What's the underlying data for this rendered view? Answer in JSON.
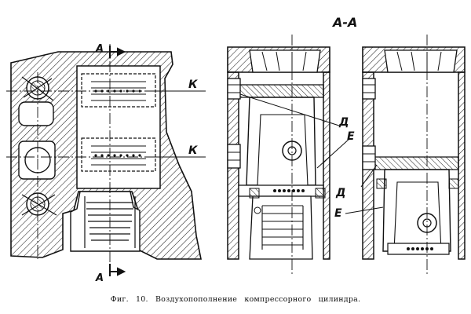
{
  "figure": {
    "section_label": "А-А",
    "cut_marks": {
      "top": "А",
      "bottom": "А"
    },
    "callouts": {
      "k1": "К",
      "k2": "К",
      "d1": "Д",
      "d2": "Д",
      "e1": "Е",
      "e2": "Е"
    },
    "caption": "Фиг. 10. Воздухопополнение компрессорного цилиндра."
  }
}
